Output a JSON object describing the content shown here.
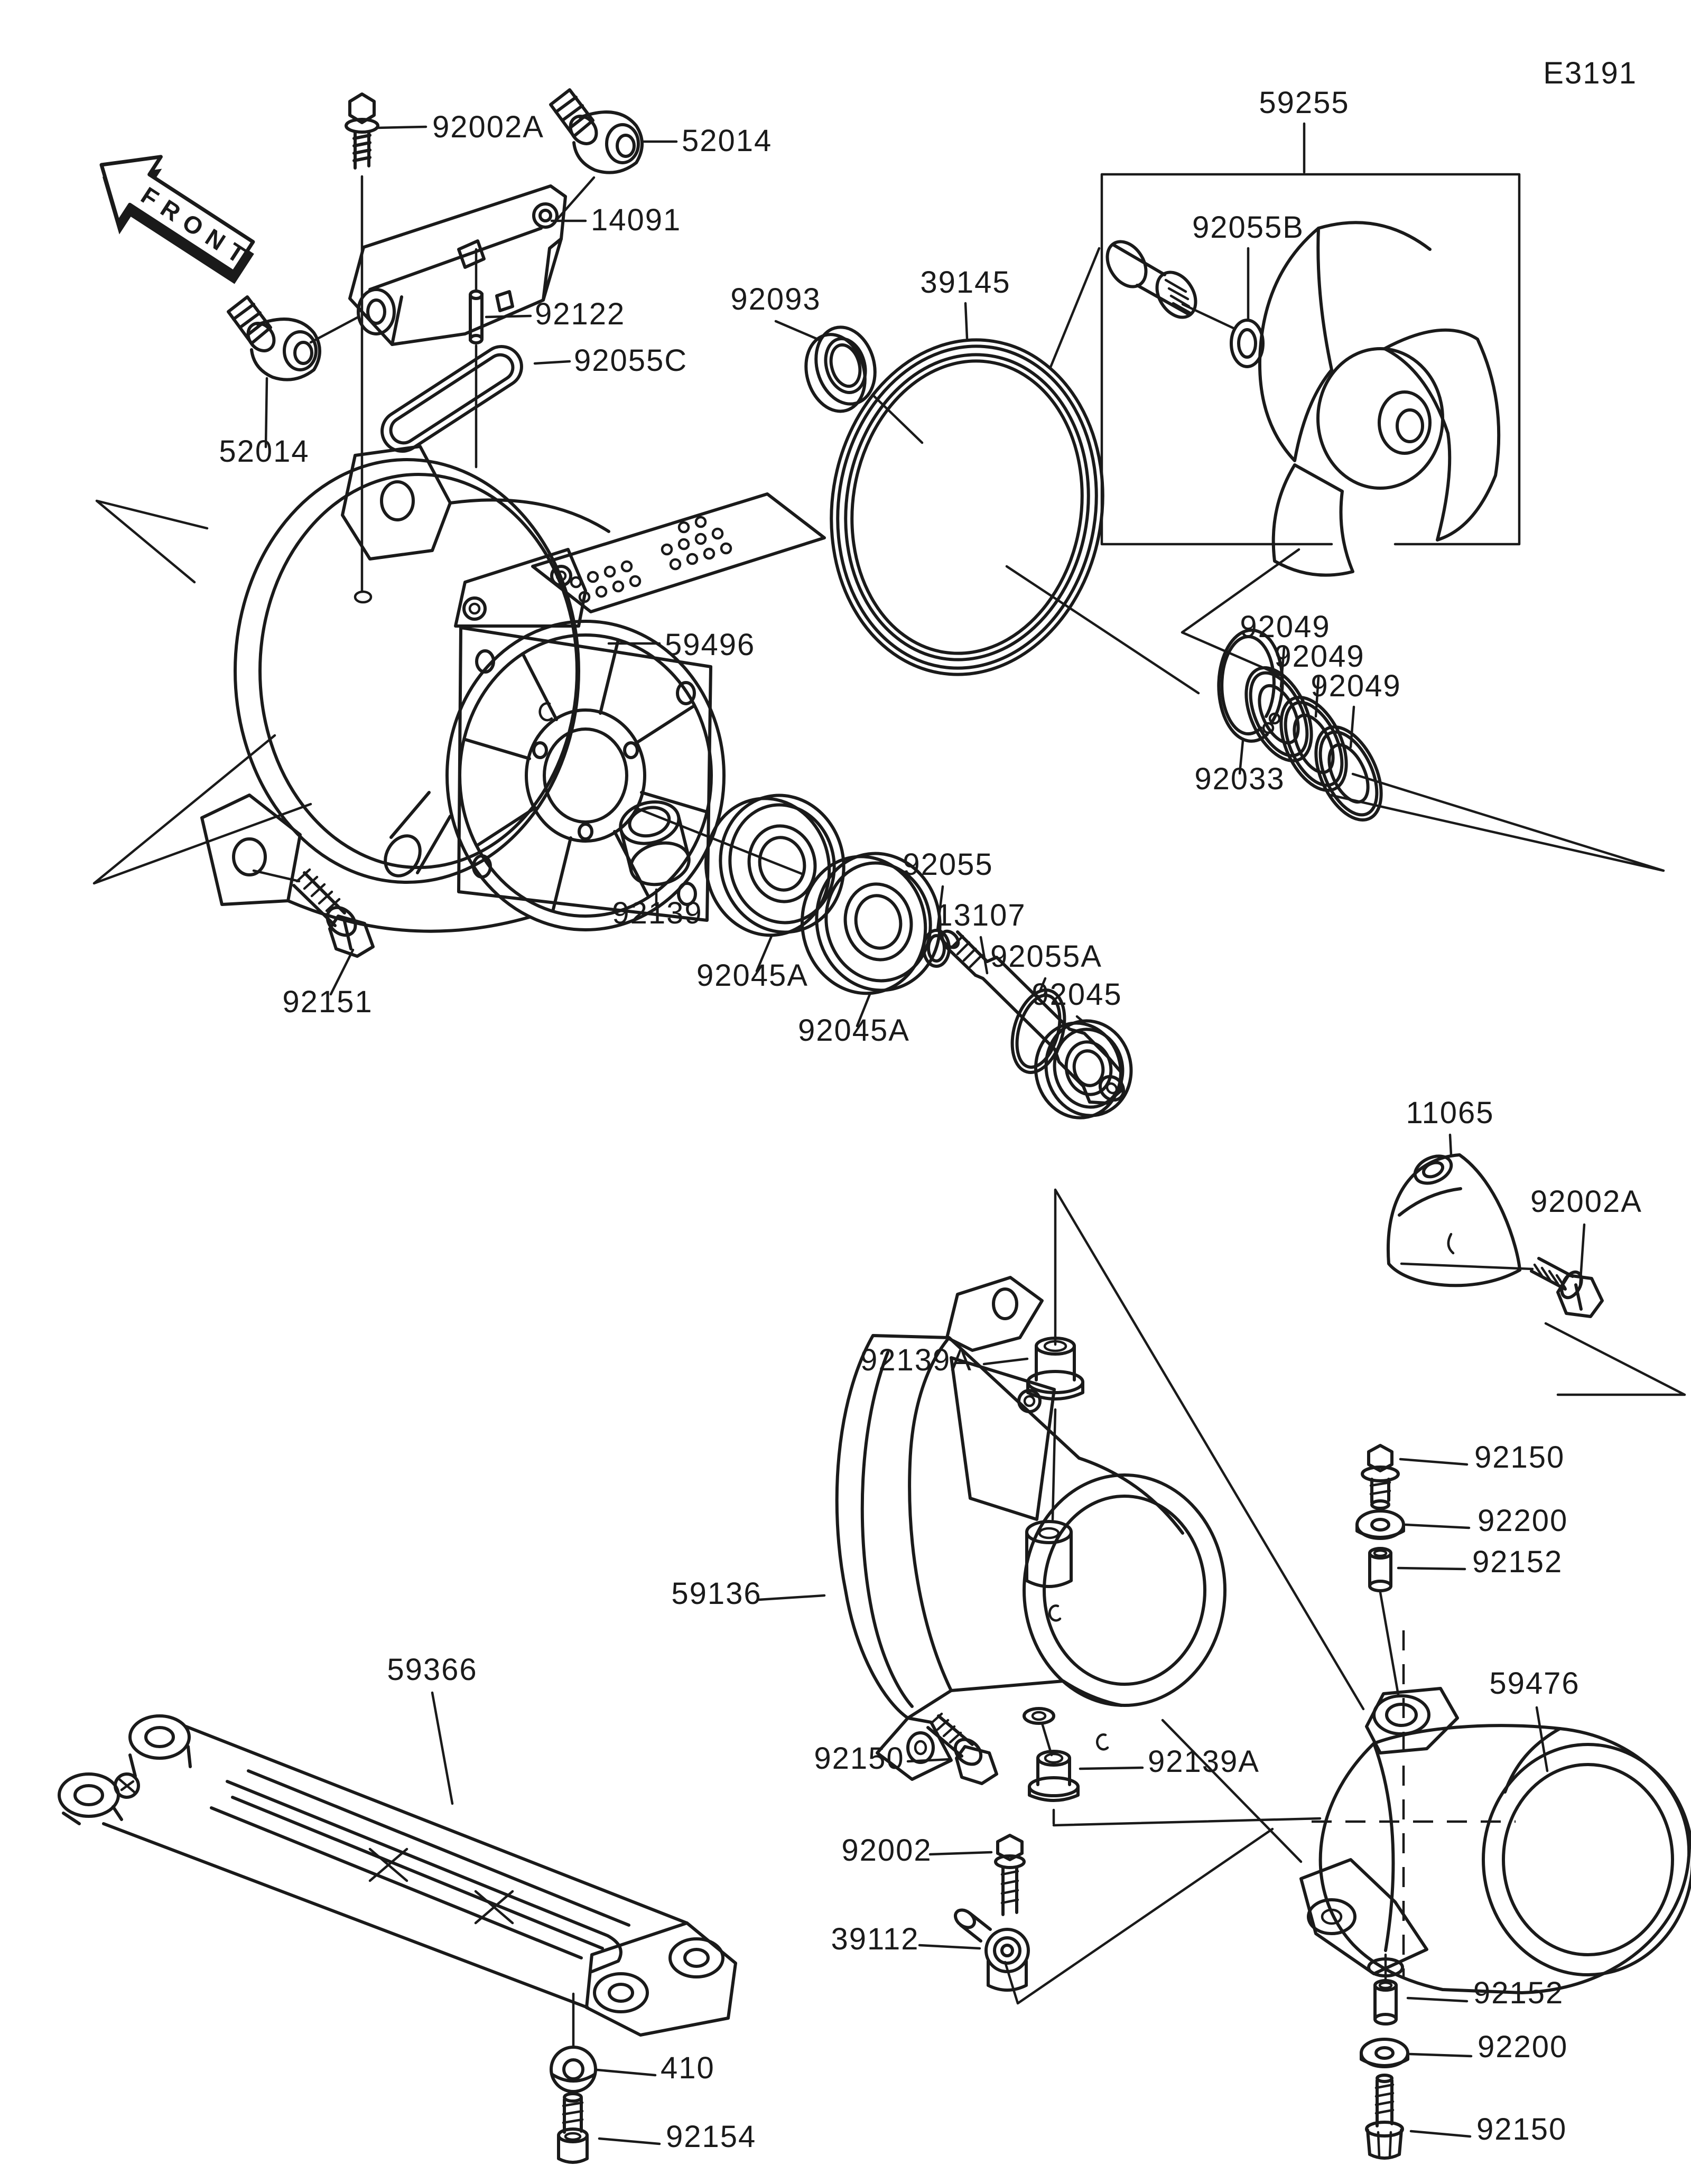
{
  "diagram": {
    "code": "E3191",
    "front_label": "FRONT",
    "type": "exploded-parts-diagram",
    "subject": "jet pump assembly"
  },
  "colors": {
    "ink": "#1a1a1a",
    "background": "#ffffff"
  },
  "labels": [
    {
      "part": "92002A"
    },
    {
      "part": "52014"
    },
    {
      "part": "14091"
    },
    {
      "part": "92122"
    },
    {
      "part": "92055C"
    },
    {
      "part": "52014"
    },
    {
      "part": "59255"
    },
    {
      "part": "92055B"
    },
    {
      "part": "92093"
    },
    {
      "part": "39145"
    },
    {
      "part": "59496"
    },
    {
      "part": "92049"
    },
    {
      "part": "92049"
    },
    {
      "part": "92049"
    },
    {
      "part": "92033"
    },
    {
      "part": "92139"
    },
    {
      "part": "92045A"
    },
    {
      "part": "92045A"
    },
    {
      "part": "92055"
    },
    {
      "part": "13107"
    },
    {
      "part": "92055A"
    },
    {
      "part": "92045"
    },
    {
      "part": "11065"
    },
    {
      "part": "92002A"
    },
    {
      "part": "92139A"
    },
    {
      "part": "59136"
    },
    {
      "part": "92150"
    },
    {
      "part": "92200"
    },
    {
      "part": "92152"
    },
    {
      "part": "59366"
    },
    {
      "part": "92150"
    },
    {
      "part": "92139A"
    },
    {
      "part": "59476"
    },
    {
      "part": "92002"
    },
    {
      "part": "39112"
    },
    {
      "part": "92152"
    },
    {
      "part": "92200"
    },
    {
      "part": "92150"
    },
    {
      "part": "410"
    },
    {
      "part": "92154"
    },
    {
      "part": "92151"
    }
  ]
}
